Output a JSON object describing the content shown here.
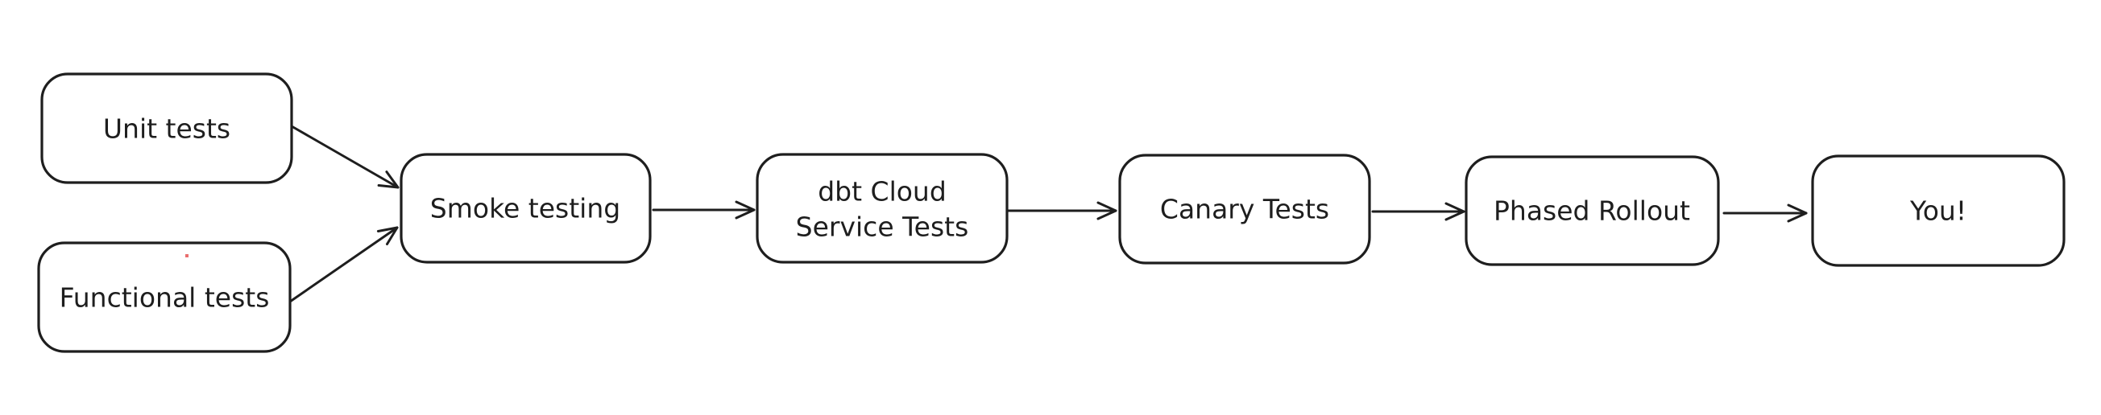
{
  "diagram": {
    "background_color": "#ffffff",
    "stroke_color": "#1e1e1e",
    "text_color": "#1e1e1e",
    "artifact_color": "#e03131",
    "nodes": [
      {
        "id": "unit-tests",
        "label": "Unit tests",
        "lines": [
          "Unit tests"
        ]
      },
      {
        "id": "functional-tests",
        "label": "Functional tests",
        "lines": [
          "Functional tests"
        ]
      },
      {
        "id": "smoke-testing",
        "label": "Smoke testing",
        "lines": [
          "Smoke testing"
        ]
      },
      {
        "id": "dbt-cloud-service-tests",
        "label": "dbt Cloud Service Tests",
        "lines": [
          "dbt Cloud",
          "Service Tests"
        ]
      },
      {
        "id": "canary-tests",
        "label": "Canary Tests",
        "lines": [
          "Canary Tests"
        ]
      },
      {
        "id": "phased-rollout",
        "label": "Phased Rollout",
        "lines": [
          "Phased Rollout"
        ]
      },
      {
        "id": "you",
        "label": "You!",
        "lines": [
          "You!"
        ]
      }
    ],
    "edges": [
      {
        "from": "unit-tests",
        "to": "smoke-testing"
      },
      {
        "from": "functional-tests",
        "to": "smoke-testing"
      },
      {
        "from": "smoke-testing",
        "to": "dbt-cloud-service-tests"
      },
      {
        "from": "dbt-cloud-service-tests",
        "to": "canary-tests"
      },
      {
        "from": "canary-tests",
        "to": "phased-rollout"
      },
      {
        "from": "phased-rollout",
        "to": "you"
      }
    ]
  }
}
